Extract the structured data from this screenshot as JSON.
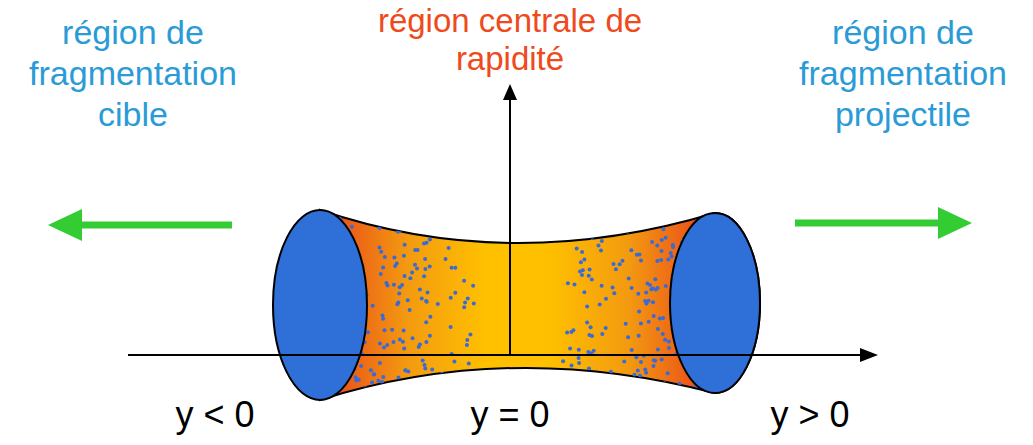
{
  "diagram": {
    "labels": [
      "région de fragmentation cible",
      "région centrale de rapidité",
      "région de fragmentation projectile",
      "y < 0",
      "y = 0",
      "y > 0"
    ]
  }
}
